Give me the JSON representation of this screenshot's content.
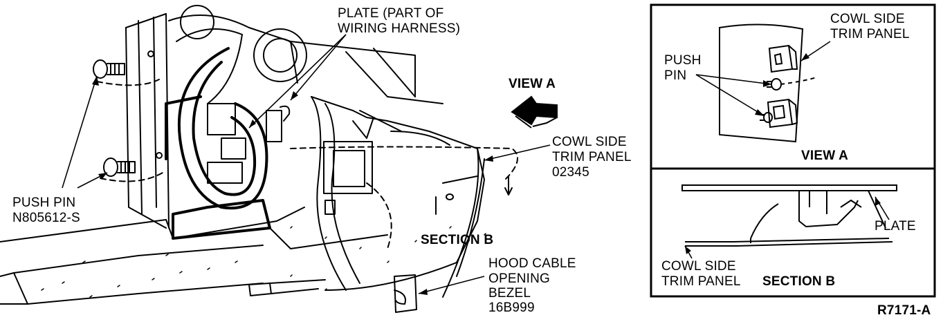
{
  "colors": {
    "ink": "#000000",
    "paper": "#ffffff"
  },
  "callouts": {
    "plate_line1": "PLATE (PART OF",
    "plate_line2": "WIRING HARNESS)",
    "push_pin_line1": "PUSH PIN",
    "push_pin_line2": "N805612-S",
    "view_a_arrow": "VIEW A",
    "cowl_line1": "COWL SIDE",
    "cowl_line2": "TRIM PANEL",
    "cowl_line3": "02345",
    "section_b_main": "SECTION B",
    "hood_line1": "HOOD CABLE",
    "hood_line2": "OPENING",
    "hood_line3": "BEZEL",
    "hood_line4": "16B999"
  },
  "inset_view_a": {
    "cowl_line1": "COWL SIDE",
    "cowl_line2": "TRIM PANEL",
    "push_line1": "PUSH",
    "push_line2": "PIN",
    "caption": "VIEW A"
  },
  "inset_section_b": {
    "plate": "PLATE",
    "cowl_line1": "COWL SIDE",
    "cowl_line2": "TRIM PANEL",
    "caption": "SECTION B"
  },
  "figure_id": "R7171-A"
}
